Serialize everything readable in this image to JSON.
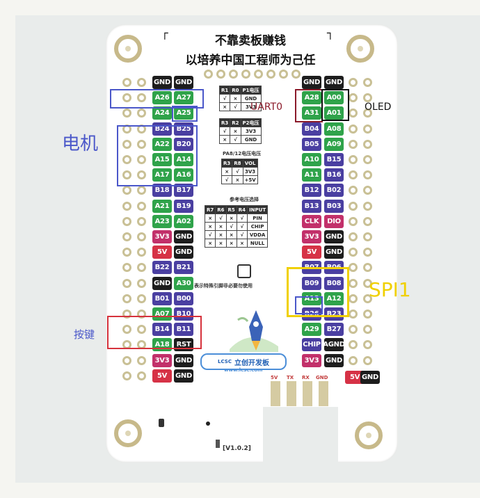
{
  "board": {
    "title_line1": "不靠卖板赚钱",
    "title_line2": "以培养中国工程师为己任",
    "version": "[V1.0.2]",
    "logo_text": "立创开发板",
    "logo_small": "LCSC",
    "logo_url": "www.lcsc.com",
    "footer_note": "表示特殊引脚非必要勿使用",
    "header_labels": [
      "5V",
      "TX",
      "RX",
      "GND"
    ],
    "p1_table": {
      "header": [
        "R1",
        "R0",
        "P1电压"
      ],
      "rows": [
        [
          "√",
          "×",
          "GND"
        ],
        [
          "×",
          "√",
          "3V3"
        ]
      ]
    },
    "p2_table": {
      "header": [
        "R3",
        "R2",
        "P2电压"
      ],
      "rows": [
        [
          "√",
          "×",
          "3V3"
        ],
        [
          "×",
          "√",
          "GND"
        ]
      ]
    },
    "vol_caption": "PA8/12电压电压",
    "vol_table": {
      "header": [
        "R3",
        "R8",
        "VOL"
      ],
      "rows": [
        [
          "×",
          "√",
          "3V3"
        ],
        [
          "√",
          "×",
          "+5V"
        ]
      ]
    },
    "ref_caption": "参考电压选择",
    "ref_table": {
      "header": [
        "R7",
        "R6",
        "R5",
        "R4",
        "INPUT"
      ],
      "rows": [
        [
          "×",
          "√",
          "×",
          "√",
          "PIN"
        ],
        [
          "×",
          "×",
          "√",
          "√",
          "CHIP"
        ],
        [
          "√",
          "×",
          "×",
          "√",
          "VDDA"
        ],
        [
          "×",
          "×",
          "×",
          "×",
          "NULL"
        ]
      ]
    },
    "left_pins": [
      [
        {
          "t": "GND",
          "c": "black"
        },
        {
          "t": "GND",
          "c": "black"
        }
      ],
      [
        {
          "t": "A26",
          "c": "green"
        },
        {
          "t": "A27",
          "c": "green"
        }
      ],
      [
        {
          "t": "A24",
          "c": "green"
        },
        {
          "t": "A25",
          "c": "green"
        }
      ],
      [
        {
          "t": "B24",
          "c": "blue"
        },
        {
          "t": "B25",
          "c": "blue"
        }
      ],
      [
        {
          "t": "A22",
          "c": "green"
        },
        {
          "t": "B20",
          "c": "blue"
        }
      ],
      [
        {
          "t": "A15",
          "c": "green"
        },
        {
          "t": "A14",
          "c": "green"
        }
      ],
      [
        {
          "t": "A17",
          "c": "green"
        },
        {
          "t": "A16",
          "c": "green"
        }
      ],
      [
        {
          "t": "B18",
          "c": "blue"
        },
        {
          "t": "B17",
          "c": "blue"
        }
      ],
      [
        {
          "t": "A21",
          "c": "green"
        },
        {
          "t": "B19",
          "c": "blue"
        }
      ],
      [
        {
          "t": "A23",
          "c": "green"
        },
        {
          "t": "A02",
          "c": "green"
        }
      ],
      [
        {
          "t": "3V3",
          "c": "pink"
        },
        {
          "t": "GND",
          "c": "black"
        }
      ],
      [
        {
          "t": "5V",
          "c": "red"
        },
        {
          "t": "GND",
          "c": "black"
        }
      ],
      [
        {
          "t": "B22",
          "c": "blue"
        },
        {
          "t": "B21",
          "c": "blue"
        }
      ],
      [
        {
          "t": "GND",
          "c": "black"
        },
        {
          "t": "A30",
          "c": "green"
        }
      ],
      [
        {
          "t": "B01",
          "c": "blue"
        },
        {
          "t": "B00",
          "c": "blue"
        }
      ],
      [
        {
          "t": "A07",
          "c": "green"
        },
        {
          "t": "B10",
          "c": "blue"
        }
      ],
      [
        {
          "t": "B14",
          "c": "blue"
        },
        {
          "t": "B11",
          "c": "blue"
        }
      ],
      [
        {
          "t": "A18",
          "c": "green"
        },
        {
          "t": "RST",
          "c": "black"
        }
      ],
      [
        {
          "t": "3V3",
          "c": "pink"
        },
        {
          "t": "GND",
          "c": "black"
        }
      ],
      [
        {
          "t": "5V",
          "c": "red"
        },
        {
          "t": "GND",
          "c": "black"
        }
      ]
    ],
    "right_pins": [
      [
        {
          "t": "GND",
          "c": "black"
        },
        {
          "t": "GND",
          "c": "black"
        }
      ],
      [
        {
          "t": "A28",
          "c": "green"
        },
        {
          "t": "A00",
          "c": "green"
        }
      ],
      [
        {
          "t": "A31",
          "c": "green"
        },
        {
          "t": "A01",
          "c": "green"
        }
      ],
      [
        {
          "t": "B04",
          "c": "blue"
        },
        {
          "t": "A08",
          "c": "green"
        }
      ],
      [
        {
          "t": "B05",
          "c": "blue"
        },
        {
          "t": "A09",
          "c": "green"
        }
      ],
      [
        {
          "t": "A10",
          "c": "green"
        },
        {
          "t": "B15",
          "c": "blue"
        }
      ],
      [
        {
          "t": "A11",
          "c": "green"
        },
        {
          "t": "B16",
          "c": "blue"
        }
      ],
      [
        {
          "t": "B12",
          "c": "blue"
        },
        {
          "t": "B02",
          "c": "blue"
        }
      ],
      [
        {
          "t": "B13",
          "c": "blue"
        },
        {
          "t": "B03",
          "c": "blue"
        }
      ],
      [
        {
          "t": "CLK",
          "c": "pink"
        },
        {
          "t": "DIO",
          "c": "pink"
        }
      ],
      [
        {
          "t": "3V3",
          "c": "pink"
        },
        {
          "t": "GND",
          "c": "black"
        }
      ],
      [
        {
          "t": "5V",
          "c": "red"
        },
        {
          "t": "GND",
          "c": "black"
        }
      ],
      [
        {
          "t": "B07",
          "c": "blue"
        },
        {
          "t": "B06",
          "c": "blue"
        }
      ],
      [
        {
          "t": "B09",
          "c": "blue"
        },
        {
          "t": "B08",
          "c": "blue"
        }
      ],
      [
        {
          "t": "A13",
          "c": "green"
        },
        {
          "t": "A12",
          "c": "green"
        }
      ],
      [
        {
          "t": "B26",
          "c": "blue"
        },
        {
          "t": "B23",
          "c": "blue"
        }
      ],
      [
        {
          "t": "A29",
          "c": "green"
        },
        {
          "t": "B27",
          "c": "blue"
        }
      ],
      [
        {
          "t": "CHIP",
          "c": "blue"
        },
        {
          "t": "AGND",
          "c": "black"
        }
      ],
      [
        {
          "t": "3V3",
          "c": "pink"
        },
        {
          "t": "GND",
          "c": "black"
        }
      ]
    ],
    "bottom_right_pins": [
      {
        "t": "5V",
        "c": "red"
      },
      {
        "t": "GND",
        "c": "black"
      }
    ]
  },
  "annotations": {
    "motor": "电机",
    "key": "按键",
    "uart": "UART0",
    "oled": "OLED",
    "spi": "SPI1"
  },
  "colors": {
    "motor": "#4a57c9",
    "key_box": "#d6323c",
    "key_text": "#4a57c9",
    "uart": "#8b1a2a",
    "oled": "#111111",
    "spi": "#f0d000",
    "spi_inner": "#4a57c9"
  }
}
